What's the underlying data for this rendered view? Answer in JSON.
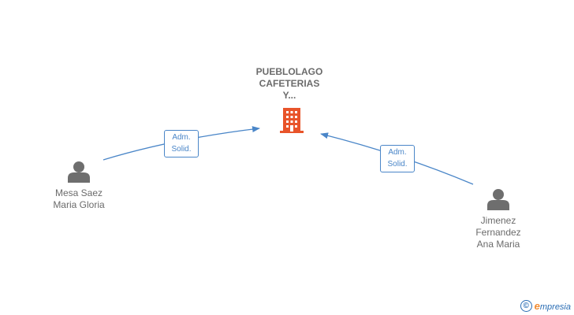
{
  "company": {
    "name_lines": [
      "PUEBLOLAGO",
      "CAFETERIAS",
      "Y..."
    ],
    "icon": "building-icon",
    "color": "#e8542a"
  },
  "persons": [
    {
      "id": "mesa",
      "name_lines": [
        "Mesa Saez",
        "Maria Gloria"
      ],
      "icon": "person-icon"
    },
    {
      "id": "jimenez",
      "name_lines": [
        "Jimenez",
        "Fernandez",
        "Ana Maria"
      ],
      "icon": "person-icon"
    }
  ],
  "edges": [
    {
      "from": "mesa",
      "label_lines": [
        "Adm.",
        "Solid."
      ]
    },
    {
      "from": "jimenez",
      "label_lines": [
        "Adm.",
        "Solid."
      ]
    }
  ],
  "footer": {
    "copyright": "©",
    "brand_first": "e",
    "brand_rest": "mpresia"
  },
  "colors": {
    "edge": "#4a86c8",
    "person": "#6e6e6e",
    "text": "#6b6b6b"
  }
}
